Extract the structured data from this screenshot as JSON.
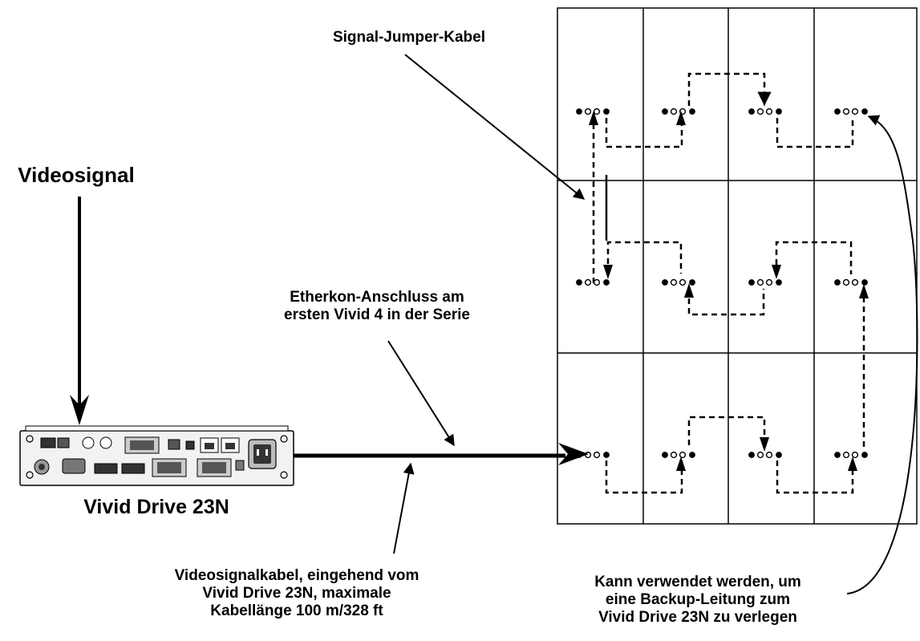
{
  "labels": {
    "jumper_cable": "Signal-Jumper-Kabel",
    "video_signal": "Videosignal",
    "etherkon": [
      "Etherkon-Anschluss am",
      "ersten Vivid 4 in der Serie"
    ],
    "device_name": "Vivid Drive 23N",
    "video_cable": [
      "Videosignalkabel, eingehend vom",
      "Vivid Drive 23N, maximale",
      "Kabellänge 100 m/328 ft"
    ],
    "backup": [
      "Kann verwendet werden, um",
      "eine Backup-Leitung zum",
      "Vivid Drive 23N zu verlegen"
    ]
  },
  "grid": {
    "rows": 3,
    "cols": 4
  },
  "colors": {
    "line": "#000000",
    "device_body": "#f2f2f2",
    "background": "#ffffff"
  }
}
